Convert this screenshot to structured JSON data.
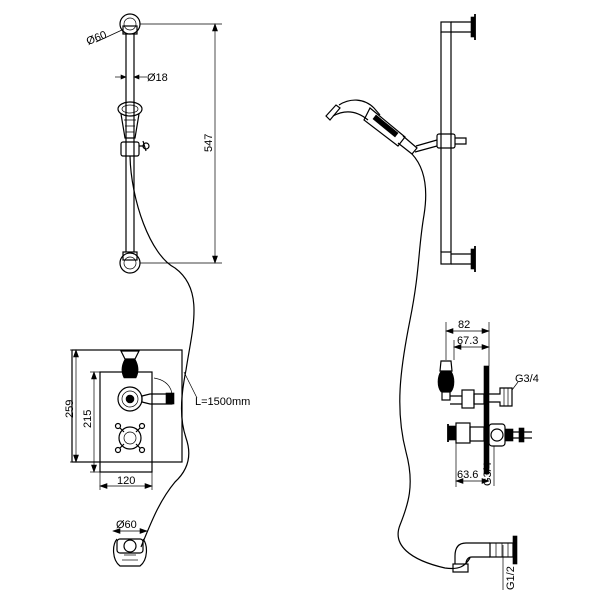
{
  "dimensions": {
    "riser_rail_diameter": "Ø60",
    "rail_tube_diameter": "Ø18",
    "rail_length": "547",
    "hose_length": "L=1500mm",
    "valve_plate_height": "259",
    "valve_centres": "215",
    "valve_plate_width": "120",
    "outlet_elbow_diameter": "Ø60",
    "side_depth_total": "82",
    "side_depth_mid": "67.3",
    "side_depth_min": "63.6",
    "inlet_thread_top": "G3/4",
    "inlet_thread_side": "G3/4",
    "outlet_thread": "G1/2"
  }
}
